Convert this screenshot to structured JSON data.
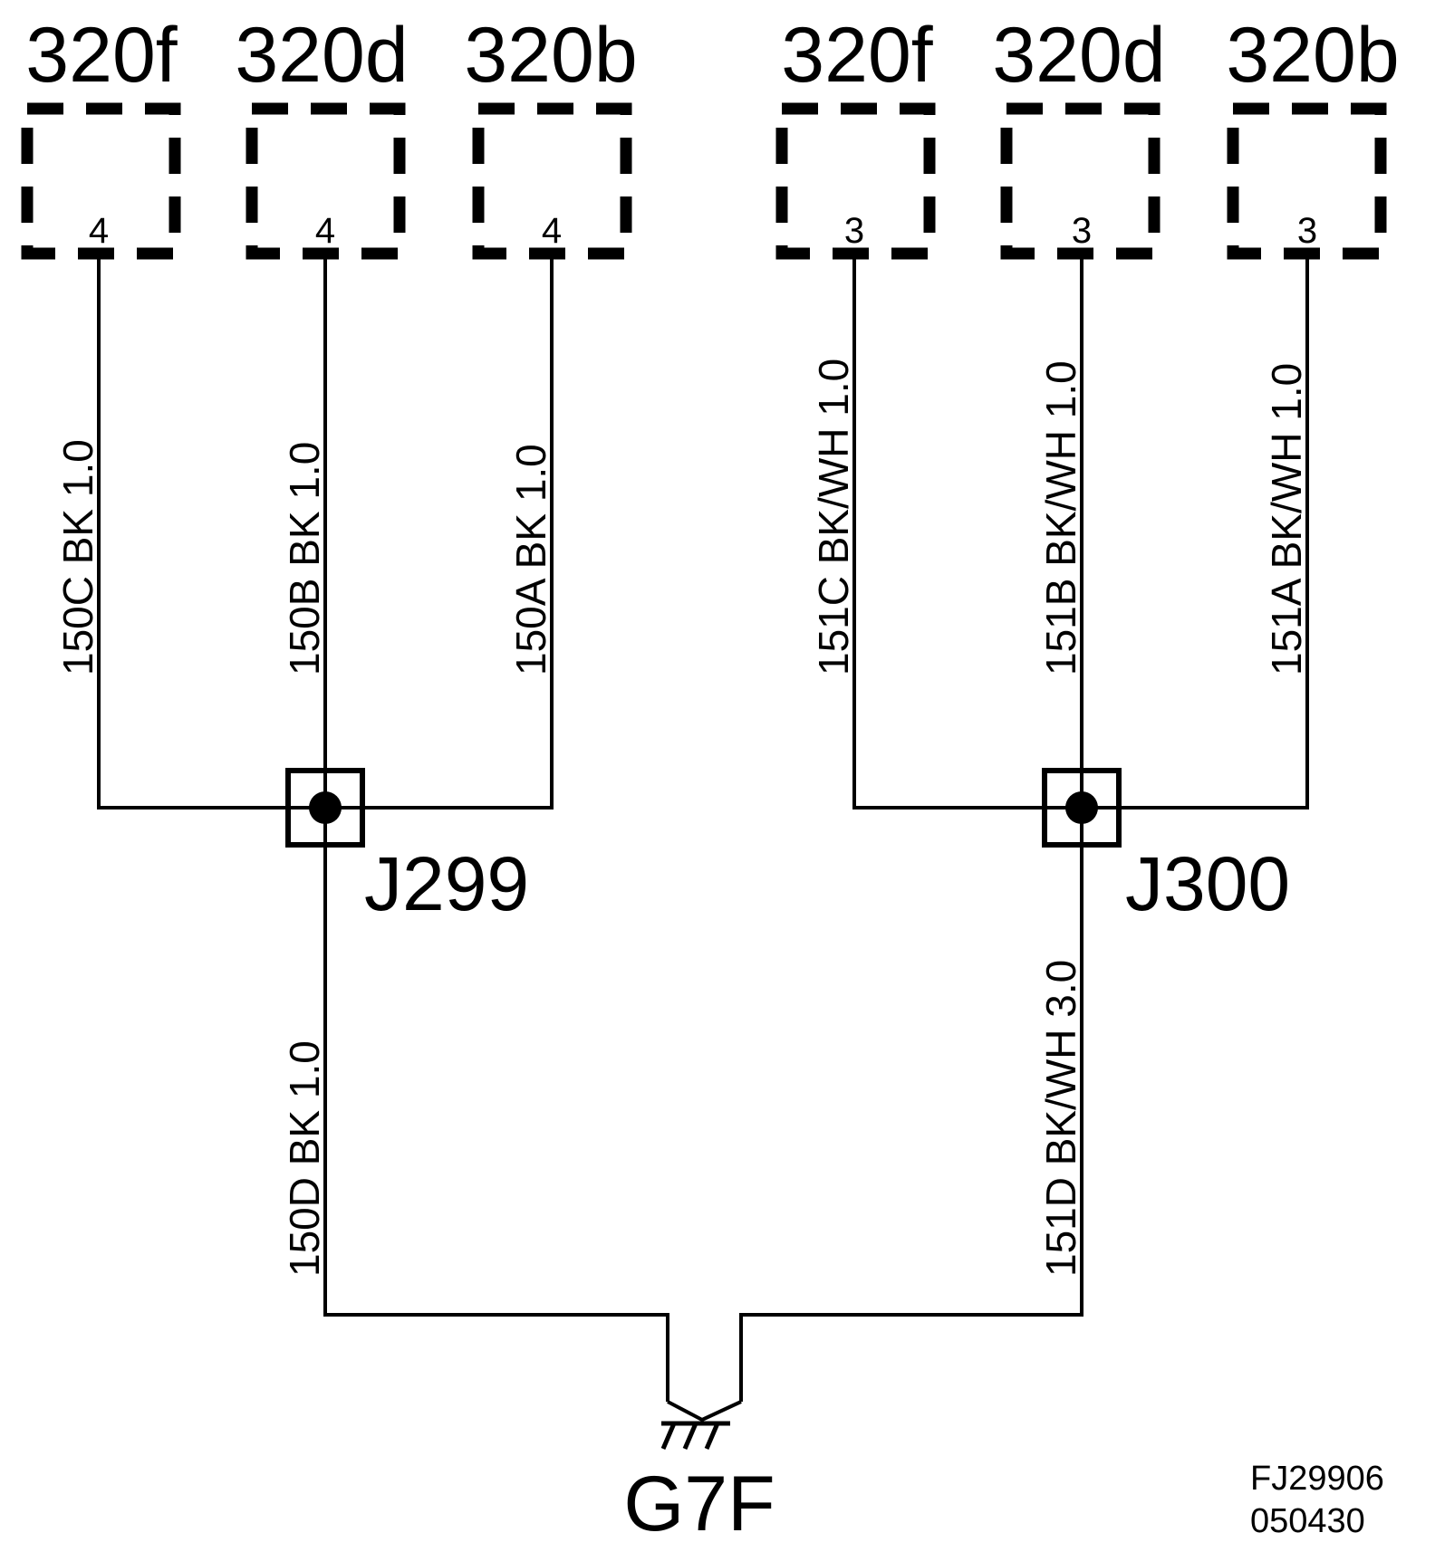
{
  "connectors_left": [
    {
      "name": "320f",
      "pin": "4"
    },
    {
      "name": "320d",
      "pin": "4"
    },
    {
      "name": "320b",
      "pin": "4"
    }
  ],
  "connectors_right": [
    {
      "name": "320f",
      "pin": "3"
    },
    {
      "name": "320d",
      "pin": "3"
    },
    {
      "name": "320b",
      "pin": "3"
    }
  ],
  "wires": {
    "w150C": "150C  BK  1.0",
    "w150B": "150B  BK  1.0",
    "w150A": "150A  BK  1.0",
    "w151C": "151C  BK/WH  1.0",
    "w151B": "151B  BK/WH  1.0",
    "w151A": "151A  BK/WH  1.0",
    "w150D": "150D  BK  1.0",
    "w151D": "151D BK/WH  3.0"
  },
  "junctions": {
    "left": "J299",
    "right": "J300"
  },
  "ground": "G7F",
  "reference": {
    "line1": "FJ29906",
    "line2": "050430"
  }
}
